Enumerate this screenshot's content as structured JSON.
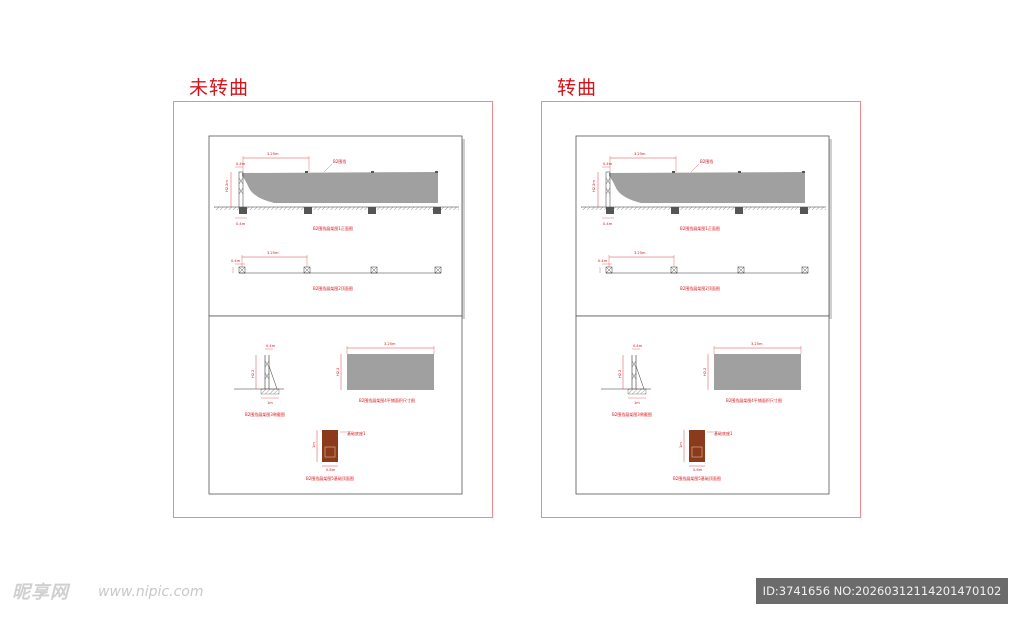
{
  "panels": [
    {
      "title": "未转曲",
      "elevation_caption": "B2围挡展架图1正面图",
      "plan_caption": "B2围挡展架图2顶面图",
      "side_caption": "B2围挡展架图3侧截图",
      "banner_caption": "B2围挡展架图4平铺面积尺寸图",
      "detail_caption": "B2围挡展架图5基础顶面图",
      "banner_label": "B2围挡",
      "detail_label": "基础底座1",
      "span_label": "3.25m",
      "post_label": "0.4m",
      "height_label": "H2.2m",
      "side_top_label": "0.4m",
      "side_height_label": "H2.2",
      "side_base_label": "1m",
      "detail_w_label": "0.6m",
      "detail_h_label": "1m",
      "flat_height_label": "H2.2"
    },
    {
      "title": "转曲",
      "elevation_caption": "B2围挡展架图1正面图",
      "plan_caption": "B2围挡展架图2顶面图",
      "side_caption": "B2围挡展架图3侧截图",
      "banner_caption": "B2围挡展架图4平铺面积尺寸图",
      "detail_caption": "B2围挡展架图5基础顶面图",
      "banner_label": "B2围挡",
      "detail_label": "基础底座1",
      "span_label": "3.25m",
      "post_label": "0.4m",
      "height_label": "H2.2m",
      "side_top_label": "0.4m",
      "side_height_label": "H2.2",
      "side_base_label": "1m",
      "detail_w_label": "0.6m",
      "detail_h_label": "1m",
      "flat_height_label": "H2.2"
    }
  ],
  "watermark": {
    "logo": "昵享网",
    "url": "www.nipic.com"
  },
  "image_id": "ID:3741656 NO:20260312114201470102",
  "colors": {
    "accent_red": "#d4141b",
    "frame_red": "#f08a8a",
    "banner_gray": "#a0a0a0",
    "base_brown": "#8b3a1e"
  }
}
